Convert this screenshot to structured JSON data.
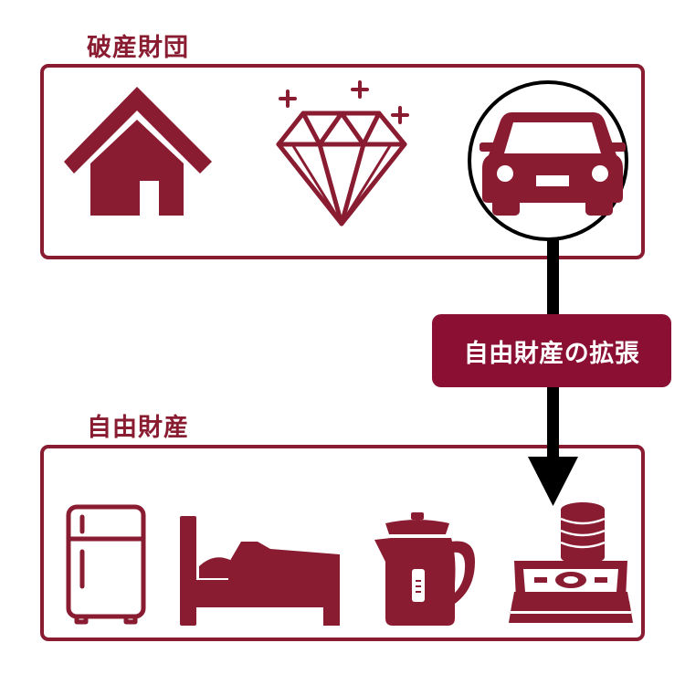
{
  "diagram": {
    "top_section": {
      "title": "破産財団",
      "items": [
        "house-icon",
        "diamond-icon",
        "car-icon"
      ]
    },
    "bottom_section": {
      "title": "自由財産",
      "items": [
        "refrigerator-icon",
        "bed-icon",
        "kettle-icon",
        "money-icon"
      ]
    },
    "connector": {
      "label": "自由財産の拡張",
      "from": "car-icon",
      "to": "money-icon"
    }
  },
  "colors": {
    "accent": "#8a1c32",
    "label_bg": "#8a0f33",
    "arrow": "#000000",
    "label_text": "#ffffff"
  }
}
